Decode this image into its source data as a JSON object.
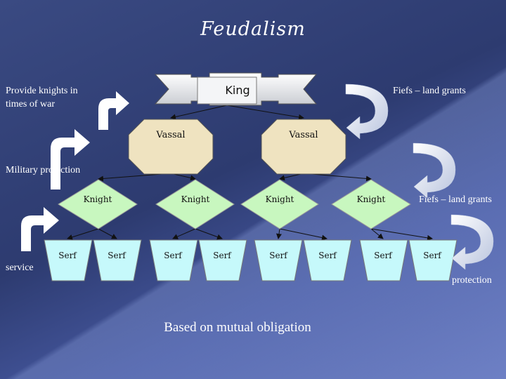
{
  "slide": {
    "title": "Feudalism",
    "footer": "Based on mutual obligation"
  },
  "diagram": {
    "king": {
      "label": "King"
    },
    "vassals": [
      {
        "label": "Vassal"
      },
      {
        "label": "Vassal"
      }
    ],
    "knights": [
      {
        "label": "Knight"
      },
      {
        "label": "Knight"
      },
      {
        "label": "Knight"
      },
      {
        "label": "Knight"
      }
    ],
    "serfs": [
      {
        "label": "Serf"
      },
      {
        "label": "Serf"
      },
      {
        "label": "Serf"
      },
      {
        "label": "Serf"
      },
      {
        "label": "Serf"
      },
      {
        "label": "Serf"
      },
      {
        "label": "Serf"
      },
      {
        "label": "Serf"
      }
    ]
  },
  "annotations": {
    "left": [
      {
        "text": "Provide knights in times of war"
      },
      {
        "text": "Military protection"
      },
      {
        "text": "service"
      }
    ],
    "right": [
      {
        "text": "Fiefs – land grants"
      },
      {
        "text": "Fiefs – land grants"
      },
      {
        "text": "protection"
      }
    ]
  },
  "colors": {
    "background": "#34437a",
    "vassal_fill": "#efe3c0",
    "knight_fill": "#c8f7bf",
    "serf_fill": "#c6f9fb",
    "banner_fill": "#eef0f3",
    "arrow_fill": "#ffffff"
  }
}
